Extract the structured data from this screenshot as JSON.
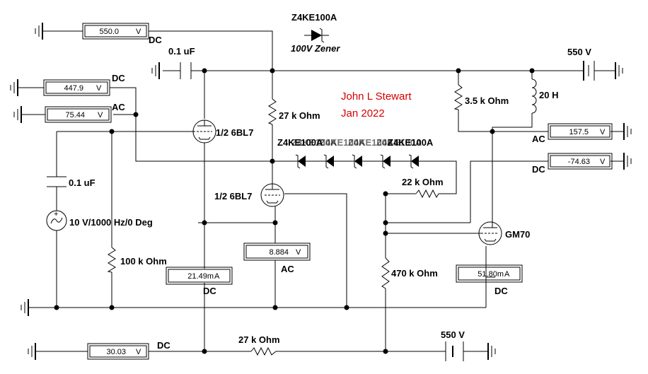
{
  "author": {
    "name": "John L Stewart",
    "date": "Jan 2022"
  },
  "components": {
    "top_zener": {
      "part": "Z4KE100A",
      "desc": "100V Zener"
    },
    "zener_string_label": "Z4KE100A",
    "zener_overlap_labels": [
      "Z4KE100A",
      "Z4KE100A",
      "Z4KE100A",
      "Z4KE100A",
      "Z4KE100A"
    ],
    "cap_top": "0.1 uF",
    "cap_left": "0.1 uF",
    "source": "10 V/1000 Hz/0 Deg",
    "r_plate": "27 k Ohm",
    "r_bottom": "27 k Ohm",
    "r_grid_left": "100 k Ohm",
    "r_22k": "22 k Ohm",
    "r_470k": "470 k Ohm",
    "r_35k": "3.5 k Ohm",
    "choke": "20 H",
    "tube_top": "1/2 6BL7",
    "tube_mid": "1/2 6BL7",
    "tube_out": "GM70",
    "supply_top": "550 V",
    "supply_bottom": "550 V"
  },
  "meters": {
    "m_top": {
      "value": "550.0",
      "unit": "V",
      "mode": "DC"
    },
    "m_left_dc": {
      "value": "447.9",
      "unit": "V",
      "mode": "DC"
    },
    "m_left_ac": {
      "value": "75.44",
      "unit": "V",
      "mode": "AC"
    },
    "m_cathode_ac": {
      "value": "8.884",
      "unit": "V",
      "mode": "AC"
    },
    "m_current_left": {
      "value": "21.49m",
      "unit": "A",
      "mode": "DC"
    },
    "m_right_ac": {
      "value": "157.5",
      "unit": "V",
      "mode": "AC"
    },
    "m_right_dc": {
      "value": "-74.63",
      "unit": "V",
      "mode": "DC"
    },
    "m_current_right": {
      "value": "51.80m",
      "unit": "A",
      "mode": "DC"
    },
    "m_bottom": {
      "value": "30.03",
      "unit": "V",
      "mode": "DC"
    }
  }
}
